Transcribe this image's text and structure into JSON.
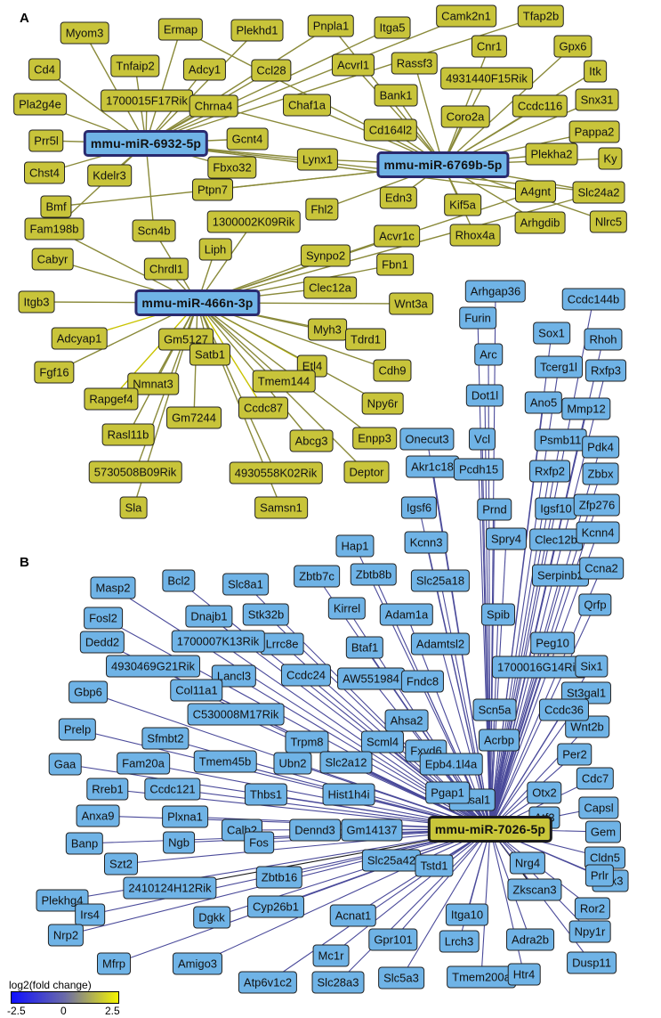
{
  "panel_a_label": "A",
  "panel_b_label": "B",
  "legend": {
    "title": "log2(fold change)",
    "min_label": "-2.5",
    "mid_label": "0",
    "max_label": "2.5",
    "low_color": "#1010ff",
    "mid_color": "#6a6aa8",
    "high_color": "#f5f500"
  },
  "colors": {
    "up_node": "#c8c43a",
    "down_node": "#6fb3e6",
    "edge_a": "#8a8a3a",
    "edge_b": "#4a4a9a"
  },
  "hubs_a": [
    {
      "id": "h6932",
      "label": "mmu-miR-6932-5p"
    },
    {
      "id": "h6769",
      "label": "mmu-miR-6769b-5p"
    },
    {
      "id": "h466",
      "label": "mmu-miR-466n-3p"
    }
  ],
  "targets_a": [
    {
      "label": "Myom3"
    },
    {
      "label": "Ermap"
    },
    {
      "label": "Plekhd1"
    },
    {
      "label": "Pnpla1"
    },
    {
      "label": "Itga5"
    },
    {
      "label": "Camk2n1"
    },
    {
      "label": "Tfap2b"
    },
    {
      "label": "Cd4"
    },
    {
      "label": "Tnfaip2"
    },
    {
      "label": "Adcy1"
    },
    {
      "label": "Ccl28"
    },
    {
      "label": "Acvrl1"
    },
    {
      "label": "Rassf3"
    },
    {
      "label": "Cnr1"
    },
    {
      "label": "Gpx6"
    },
    {
      "label": "4931440F15Rik"
    },
    {
      "label": "Itk"
    },
    {
      "label": "Pla2g4e"
    },
    {
      "label": "1700015F17Rik"
    },
    {
      "label": "Chrna4"
    },
    {
      "label": "Chaf1a"
    },
    {
      "label": "Bank1"
    },
    {
      "label": "Coro2a"
    },
    {
      "label": "Ccdc116"
    },
    {
      "label": "Snx31"
    },
    {
      "label": "Cd164l2"
    },
    {
      "label": "Pappa2"
    },
    {
      "label": "Prr5l"
    },
    {
      "label": "Gcnt4"
    },
    {
      "label": "Plekha2"
    },
    {
      "label": "Ky"
    },
    {
      "label": "Chst4"
    },
    {
      "label": "Kdelr3"
    },
    {
      "label": "Fbxo32"
    },
    {
      "label": "Lynx1"
    },
    {
      "label": "A4gnt"
    },
    {
      "label": "Slc24a2"
    },
    {
      "label": "Bmf"
    },
    {
      "label": "Ptpn7"
    },
    {
      "label": "Edn3"
    },
    {
      "label": "Fhl2"
    },
    {
      "label": "Kif5a"
    },
    {
      "label": "Arhgdib"
    },
    {
      "label": "Nlrc5"
    },
    {
      "label": "Fam198b"
    },
    {
      "label": "Scn4b"
    },
    {
      "label": "1300002K09Rik"
    },
    {
      "label": "Rhox4a"
    },
    {
      "label": "Cabyr"
    },
    {
      "label": "Liph"
    },
    {
      "label": "Acvr1c"
    },
    {
      "label": "Synpo2"
    },
    {
      "label": "Chrdl1"
    },
    {
      "label": "Fbn1"
    },
    {
      "label": "Itgb3"
    },
    {
      "label": "Clec12a"
    },
    {
      "label": "Wnt3a"
    },
    {
      "label": "Adcyap1"
    },
    {
      "label": "Gm5127"
    },
    {
      "label": "Myh3"
    },
    {
      "label": "Tdrd1"
    },
    {
      "label": "Satb1"
    },
    {
      "label": "Fgf16"
    },
    {
      "label": "Nmnat3"
    },
    {
      "label": "Etl4"
    },
    {
      "label": "Cdh9"
    },
    {
      "label": "Tmem144"
    },
    {
      "label": "Npy6r"
    },
    {
      "label": "Rapgef4"
    },
    {
      "label": "Gm7244"
    },
    {
      "label": "Ccdc87"
    },
    {
      "label": "Enpp3"
    },
    {
      "label": "Rasl11b"
    },
    {
      "label": "Abcg3"
    },
    {
      "label": "5730508B09Rik"
    },
    {
      "label": "4930558K02Rik"
    },
    {
      "label": "Deptor"
    },
    {
      "label": "Sla"
    },
    {
      "label": "Samsn1"
    }
  ],
  "hub_b": {
    "label": "mmu-miR-7026-5p"
  },
  "targets_b": [
    {
      "label": "Arhgap36"
    },
    {
      "label": "Ccdc144b"
    },
    {
      "label": "Furin"
    },
    {
      "label": "Sox1"
    },
    {
      "label": "Rhoh"
    },
    {
      "label": "Arc"
    },
    {
      "label": "Tcerg1l"
    },
    {
      "label": "Rxfp3"
    },
    {
      "label": "Dot1l"
    },
    {
      "label": "Ano5"
    },
    {
      "label": "Mmp12"
    },
    {
      "label": "Onecut3"
    },
    {
      "label": "Vcl"
    },
    {
      "label": "Psmb11"
    },
    {
      "label": "Pdk4"
    },
    {
      "label": "Akr1c18"
    },
    {
      "label": "Pcdh15"
    },
    {
      "label": "Rxfp2"
    },
    {
      "label": "Zbbx"
    },
    {
      "label": "Igsf6"
    },
    {
      "label": "Prnd"
    },
    {
      "label": "Igsf10"
    },
    {
      "label": "Zfp276"
    },
    {
      "label": "Hap1"
    },
    {
      "label": "Kcnn3"
    },
    {
      "label": "Spry4"
    },
    {
      "label": "Clec12b"
    },
    {
      "label": "Kcnn4"
    },
    {
      "label": "Bcl2"
    },
    {
      "label": "Slc8a1"
    },
    {
      "label": "Zbtb7c"
    },
    {
      "label": "Zbtb8b"
    },
    {
      "label": "Slc25a18"
    },
    {
      "label": "Serpinb2"
    },
    {
      "label": "Ccna2"
    },
    {
      "label": "Masp2"
    },
    {
      "label": "Stk32b"
    },
    {
      "label": "Kirrel"
    },
    {
      "label": "Adam1a"
    },
    {
      "label": "Spib"
    },
    {
      "label": "Qrfp"
    },
    {
      "label": "Fosl2"
    },
    {
      "label": "Dnajb1"
    },
    {
      "label": "Lrrc8e"
    },
    {
      "label": "Adamtsl2"
    },
    {
      "label": "Peg10"
    },
    {
      "label": "Dedd2"
    },
    {
      "label": "1700007K13Rik"
    },
    {
      "label": "Btaf1"
    },
    {
      "label": "1700016G14Rik"
    },
    {
      "label": "Six1"
    },
    {
      "label": "4930469G21Rik"
    },
    {
      "label": "Lancl3"
    },
    {
      "label": "Ccdc24"
    },
    {
      "label": "AW551984"
    },
    {
      "label": "Fndc8"
    },
    {
      "label": "St3gal1"
    },
    {
      "label": "Gbp6"
    },
    {
      "label": "Col11a1"
    },
    {
      "label": "Ahsa2"
    },
    {
      "label": "Scn5a"
    },
    {
      "label": "Wnt2b"
    },
    {
      "label": "C530008M17Rik"
    },
    {
      "label": "Trpm8"
    },
    {
      "label": "Ccdc36"
    },
    {
      "label": "Prelp"
    },
    {
      "label": "Sfmbt2"
    },
    {
      "label": "Scml4"
    },
    {
      "label": "Fxyd6"
    },
    {
      "label": "Per2"
    },
    {
      "label": "Acrbp"
    },
    {
      "label": "Gaa"
    },
    {
      "label": "Fam20a"
    },
    {
      "label": "Tmem45b"
    },
    {
      "label": "Ubn2"
    },
    {
      "label": "Slc2a12"
    },
    {
      "label": "Epb4.1l4a"
    },
    {
      "label": "Cdc7"
    },
    {
      "label": "Rreb1"
    },
    {
      "label": "Ccdc121"
    },
    {
      "label": "Rasal1"
    },
    {
      "label": "Otx2"
    },
    {
      "label": "Thbs1"
    },
    {
      "label": "Hist1h4i"
    },
    {
      "label": "Pgap1"
    },
    {
      "label": "Atf3"
    },
    {
      "label": "Capsl"
    },
    {
      "label": "Anxa9"
    },
    {
      "label": "Plxna1"
    },
    {
      "label": "Calb2"
    },
    {
      "label": "Gem"
    },
    {
      "label": "Dennd3"
    },
    {
      "label": "Gm14137"
    },
    {
      "label": "Cldn5"
    },
    {
      "label": "Banp"
    },
    {
      "label": "Ngb"
    },
    {
      "label": "Fos"
    },
    {
      "label": "Tbx3"
    },
    {
      "label": "Szt2"
    },
    {
      "label": "Slc25a42"
    },
    {
      "label": "Tstd1"
    },
    {
      "label": "Nrg4"
    },
    {
      "label": "Prlr"
    },
    {
      "label": "Plekhg4"
    },
    {
      "label": "2410124H12Rik"
    },
    {
      "label": "Zbtb16"
    },
    {
      "label": "Zkscan3"
    },
    {
      "label": "Ror2"
    },
    {
      "label": "Irs4"
    },
    {
      "label": "Dgkk"
    },
    {
      "label": "Cyp26b1"
    },
    {
      "label": "Acnat1"
    },
    {
      "label": "Itga10"
    },
    {
      "label": "Npy1r"
    },
    {
      "label": "Nrp2"
    },
    {
      "label": "Gpr101"
    },
    {
      "label": "Lrch3"
    },
    {
      "label": "Adra2b"
    },
    {
      "label": "Mfrp"
    },
    {
      "label": "Amigo3"
    },
    {
      "label": "Mc1r"
    },
    {
      "label": "Dusp11"
    },
    {
      "label": "Atp6v1c2"
    },
    {
      "label": "Slc28a3"
    },
    {
      "label": "Slc5a3"
    },
    {
      "label": "Tmem200a"
    },
    {
      "label": "Htr4"
    }
  ]
}
